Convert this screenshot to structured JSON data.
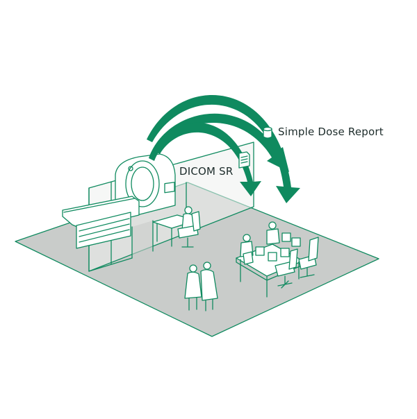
{
  "labels": {
    "simple_dose_report": "Simple Dose Report",
    "dicom_sr": "DICOM SR"
  },
  "colors": {
    "line": "#0f8a5f",
    "arrow_fill": "#0f8a5f",
    "floor": "#c9ccca",
    "room_wall": "#dfe4e1",
    "figure_fill": "#ffffff",
    "text": "#1c2b2a"
  },
  "icons": [
    "document-icon",
    "database-icon",
    "mri-scanner",
    "workstation",
    "person-figure",
    "office-chair"
  ]
}
